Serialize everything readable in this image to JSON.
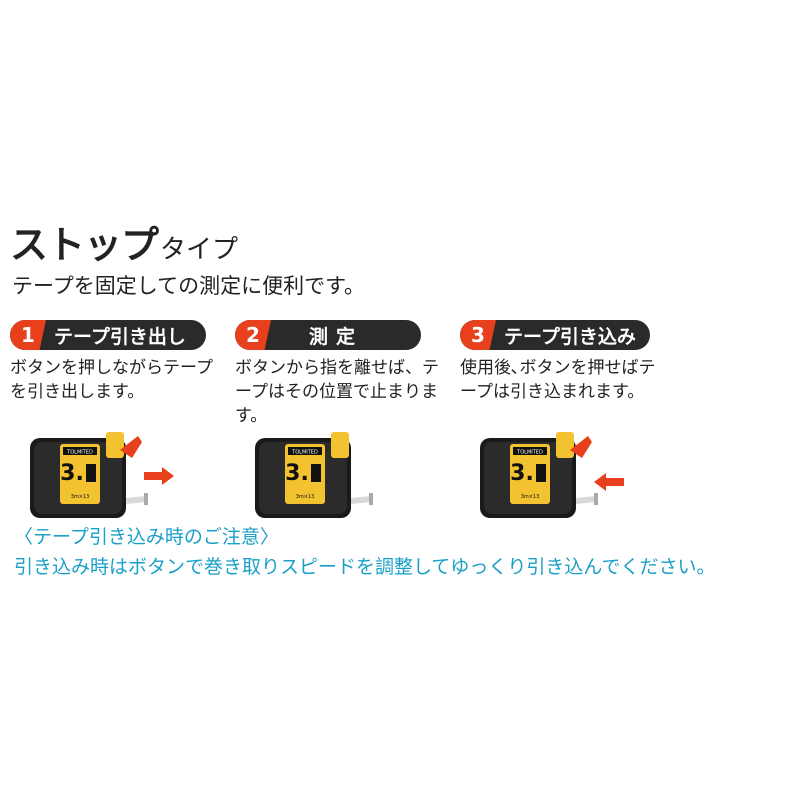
{
  "title": {
    "main": "ストップ",
    "suffix": "タイプ"
  },
  "subtitle": "テープを固定しての測定に便利です。",
  "steps": [
    {
      "number": "1",
      "label": "テープ引き出し",
      "desc": "ボタンを押しながらテープを引き出します。"
    },
    {
      "number": "2",
      "label": "測定",
      "desc": "ボタンから指を離せば、テープはその位置で止まります。"
    },
    {
      "number": "3",
      "label": "テープ引き込み",
      "desc": "使用後､ボタンを押せばテープは引き込まれます。"
    }
  ],
  "device": {
    "brand": "TOLMITED",
    "size_label": "3.",
    "sub_text": "3m×13"
  },
  "notice": {
    "heading": "〈テープ引き込み時のご注意〉",
    "text": "引き込み時はボタンで巻き取りスピードを調整してゆっくり引き込んでください。"
  },
  "colors": {
    "accent": "#e8401c",
    "dark": "#2a2a2a",
    "notice": "#1aa0c8",
    "yellow": "#f2c230"
  }
}
